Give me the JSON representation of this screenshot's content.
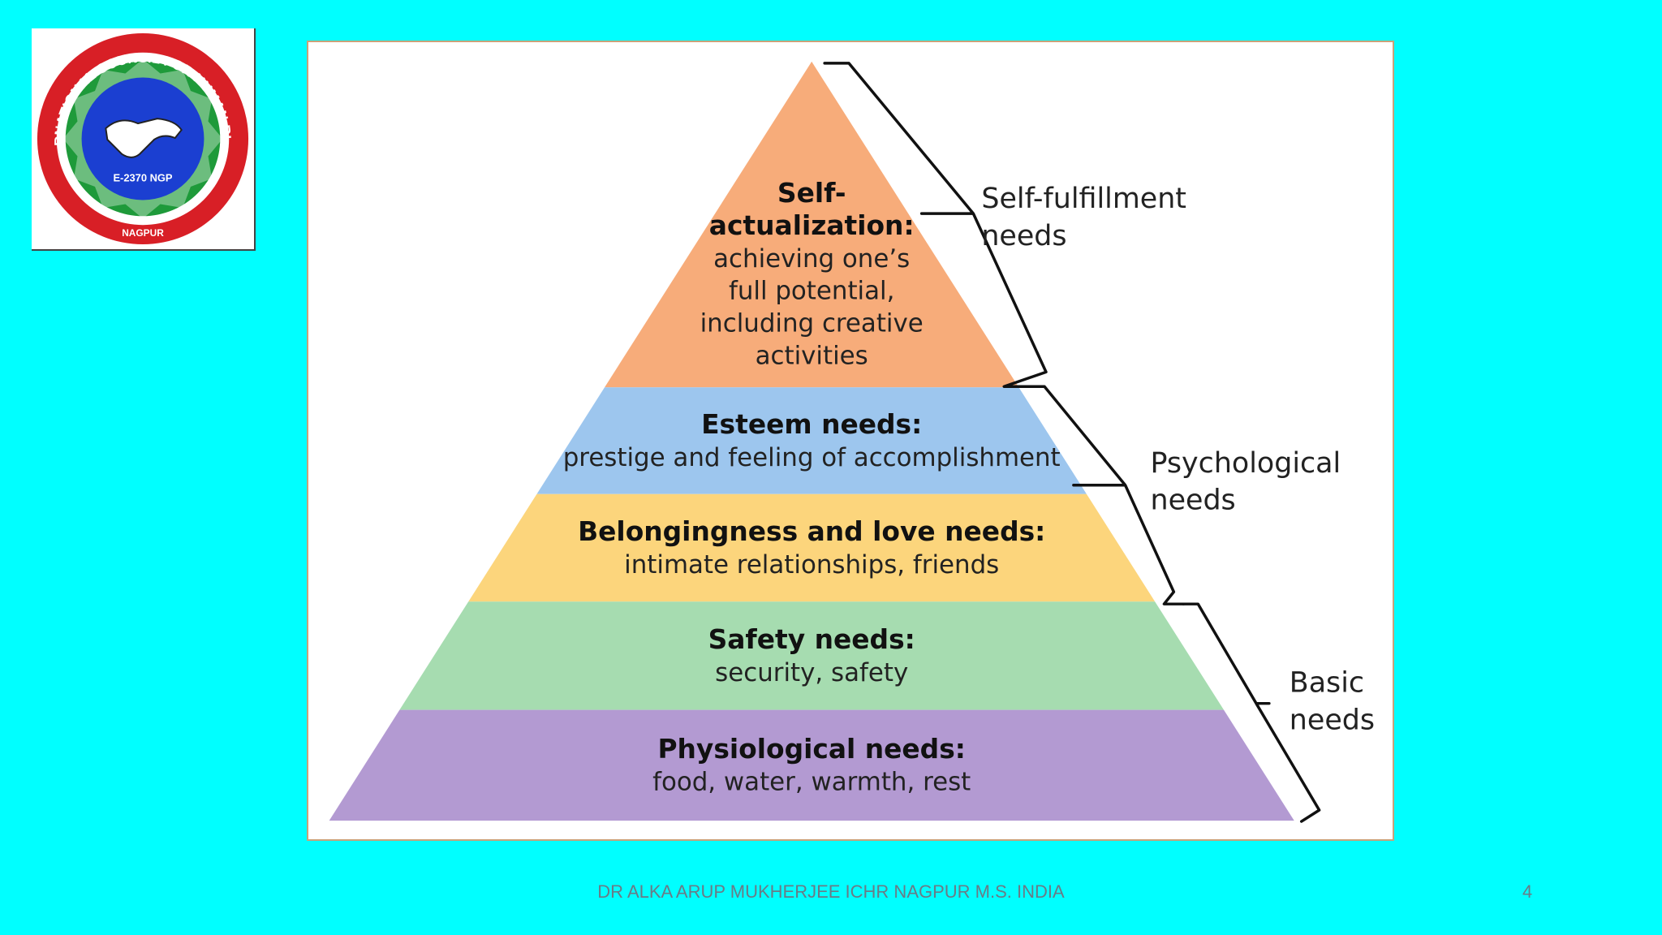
{
  "logo": {
    "text": "INTERNATIONAL COUNCIL FOR HUMAN RIGHTS",
    "code": "E-2370 NGP",
    "city": "NAGPUR",
    "colors": {
      "ring": "#d81f26",
      "leaf": "#1e9a3a",
      "center": "#1b3fd1"
    }
  },
  "pyramid": {
    "levels": [
      {
        "title_lines": [
          "Self-",
          "actualization:"
        ],
        "desc_lines": [
          "achieving one’s",
          "full potential,",
          "including creative",
          "activities"
        ],
        "color": "#f7ac7a"
      },
      {
        "title_lines": [
          "Esteem needs:"
        ],
        "desc_lines": [
          "prestige and feeling of accomplishment"
        ],
        "color": "#9dc6ee"
      },
      {
        "title_lines": [
          "Belongingness and love needs:"
        ],
        "desc_lines": [
          "intimate relationships, friends"
        ],
        "color": "#fcd57c"
      },
      {
        "title_lines": [
          "Safety needs:"
        ],
        "desc_lines": [
          "security, safety"
        ],
        "color": "#a6dcb0"
      },
      {
        "title_lines": [
          "Physiological needs:"
        ],
        "desc_lines": [
          "food, water, warmth, rest"
        ],
        "color": "#b39ad2"
      }
    ],
    "groups": [
      {
        "label_lines": [
          "Self-fulfillment",
          "needs"
        ]
      },
      {
        "label_lines": [
          "Psychological",
          "needs"
        ]
      },
      {
        "label_lines": [
          "Basic",
          "needs"
        ]
      }
    ]
  },
  "footer": {
    "text": "DR ALKA ARUP MUKHERJEE ICHR NAGPUR M.S. INDIA",
    "page": "4"
  }
}
